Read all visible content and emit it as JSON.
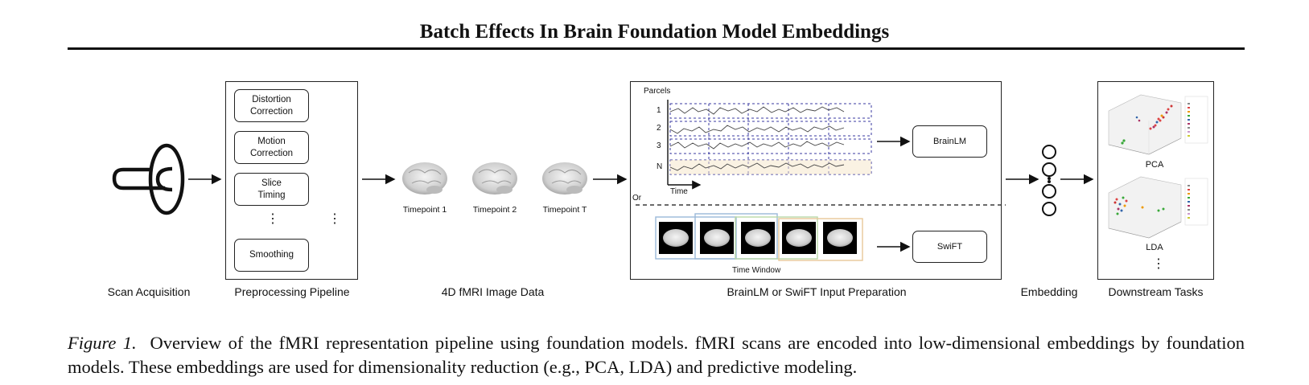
{
  "header": {
    "title": "Batch Effects In Brain Foundation Model Embeddings"
  },
  "stages": {
    "scan": "Scan Acquisition",
    "preprocessing": "Preprocessing Pipeline",
    "image_data": "4D fMRI Image Data",
    "input_prep": "BrainLM or SwiFT Input Preparation",
    "embedding": "Embedding",
    "downstream": "Downstream Tasks"
  },
  "preprocessing": {
    "steps": [
      "Distortion\nCorrection",
      "Motion\nCorrection",
      "Slice\nTiming",
      "Smoothing"
    ],
    "ellipsis": "⋮"
  },
  "timepoints": [
    "Timepoint 1",
    "Timepoint 2",
    "Timepoint T"
  ],
  "brainlm": {
    "parcels_label": "Parcels",
    "rows": [
      "1",
      "2",
      "3",
      "N"
    ],
    "time_label": "Time",
    "model": "BrainLM"
  },
  "or_label": "Or",
  "swift": {
    "window_label": "Time Window",
    "model": "SwiFT"
  },
  "tasks": {
    "pca": "PCA",
    "lda": "LDA",
    "more": "⋮"
  },
  "caption": {
    "label": "Figure 1.",
    "text": "Overview of the fMRI representation pipeline using foundation models. fMRI scans are encoded into low-dimensional embeddings by foundation models. These embeddings are used for dimensionality reduction (e.g., PCA, LDA) and predictive modeling."
  },
  "colors": {
    "grid": "#3a3aa0",
    "window_blue": "#9ab8d8",
    "window_green": "#b8d8a8",
    "window_orange": "#e8c898"
  }
}
